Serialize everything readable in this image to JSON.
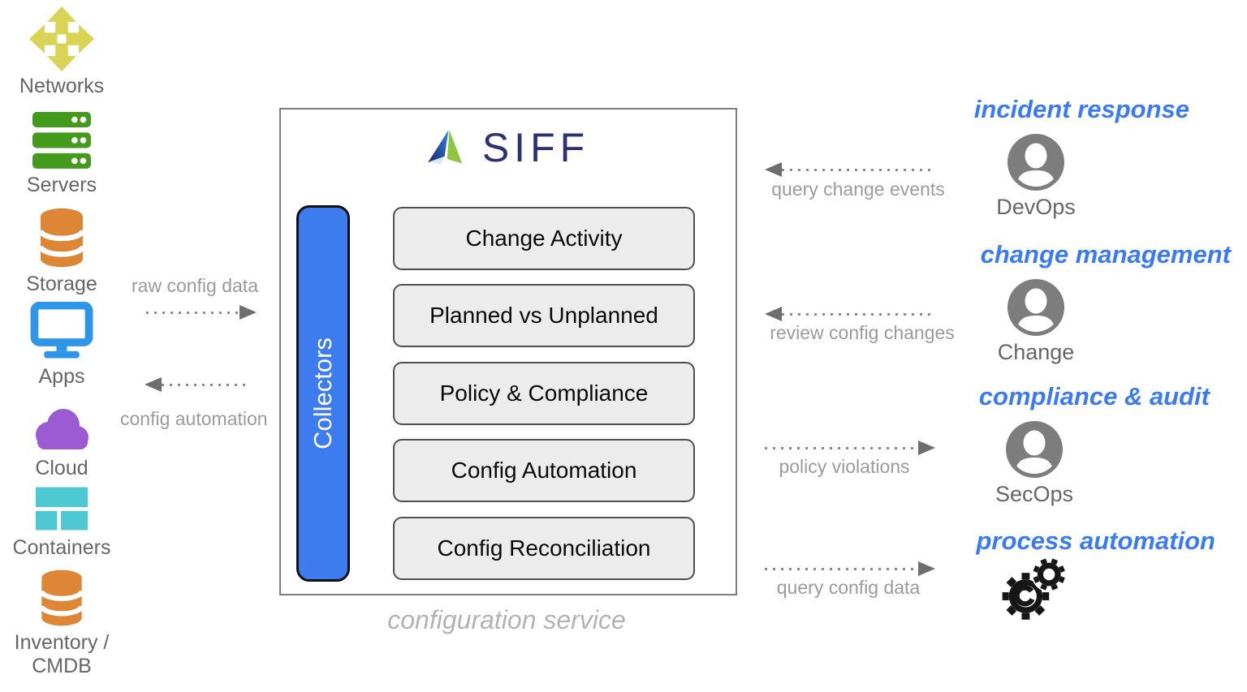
{
  "sources": [
    {
      "label": "Networks",
      "icon": "four-way-arrows-icon"
    },
    {
      "label": "Servers",
      "icon": "server-stack-icon"
    },
    {
      "label": "Storage",
      "icon": "database-icon"
    },
    {
      "label": "Apps",
      "icon": "monitor-icon"
    },
    {
      "label": "Cloud",
      "icon": "cloud-icon"
    },
    {
      "label": "Containers",
      "icon": "containers-icon"
    },
    {
      "label": "Inventory / CMDB",
      "icon": "database-icon"
    }
  ],
  "left_flows": [
    {
      "label": "raw config data",
      "direction": "right"
    },
    {
      "label": "config automation",
      "direction": "left"
    }
  ],
  "service": {
    "logo_text": "SIFF",
    "collectors_label": "Collectors",
    "modules": [
      "Change Activity",
      "Planned vs Unplanned",
      "Policy & Compliance",
      "Config Automation",
      "Config Reconciliation"
    ],
    "caption": "configuration service"
  },
  "right_flows": [
    {
      "heading": "incident response",
      "actor": "DevOps",
      "actor_icon": "person-icon",
      "flow_label": "query change events",
      "direction": "left"
    },
    {
      "heading": "change management",
      "actor": "Change",
      "actor_icon": "person-icon",
      "flow_label": "review config changes",
      "direction": "left"
    },
    {
      "heading": "compliance & audit",
      "actor": "SecOps",
      "actor_icon": "person-icon",
      "flow_label": "policy violations",
      "direction": "right"
    },
    {
      "heading": "process automation",
      "actor": "",
      "actor_icon": "gears-icon",
      "flow_label": "query config data",
      "direction": "right"
    }
  ],
  "colors": {
    "heading-blue": "#3b7af5",
    "collectors-blue": "#3c7cee",
    "icon-networks": "#d9d455",
    "icon-servers": "#449a1d",
    "icon-storage": "#dd8636",
    "icon-apps": "#2e96e8",
    "icon-cloud": "#9c5bd3",
    "icon-containers": "#4ec9d4",
    "avatar-gray": "#7d7d7d",
    "label-gray": "#666666",
    "flow-gray": "#9b9b9b",
    "caption-gray": "#b3b3b3",
    "siff-navy": "#2b3274",
    "siff-green": "#8dc63f",
    "box-fill": "#ececec",
    "box-border": "#4f4f4f",
    "outer-border": "#7d7d7d",
    "dot-gray": "#8a8a8a",
    "arrowhead-gray": "#6e6e6e"
  }
}
